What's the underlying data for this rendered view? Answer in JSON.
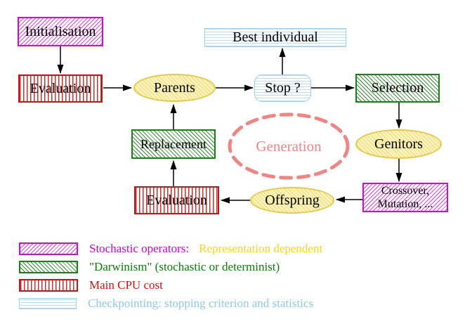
{
  "nodes": {
    "initialisation": "Initialisation",
    "evaluation_top": "Evaluation",
    "parents": "Parents",
    "best_individual": "Best individual",
    "stop": "Stop ?",
    "selection": "Selection",
    "replacement": "Replacement",
    "generation": "Generation",
    "genitors": "Genitors",
    "evaluation_bottom": "Evaluation",
    "offspring": "Offspring",
    "crossover_line1": "Crossover,",
    "crossover_line2": "Mutation, ..."
  },
  "legend": {
    "stochastic_label": "Stochastic operators:",
    "stochastic_extra": "Representation dependent",
    "darwinism_label": "\"Darwinism\" (stochastic or determinist)",
    "cpu_label": "Main CPU cost",
    "checkpoint_label": "Checkpointing: stopping criterion and statistics"
  },
  "colors": {
    "magenta": "#c710c7",
    "green": "#1e7e1e",
    "red": "#c01818",
    "cyan": "#9ed0e6",
    "yellow": "#e2ca50",
    "salmon": "#ee8686",
    "gold_text": "#ffd21e",
    "green_text": "#0c7a0c",
    "red_text": "#cc1414",
    "cyan_text": "#90c8e6",
    "arrow": "#000000"
  }
}
